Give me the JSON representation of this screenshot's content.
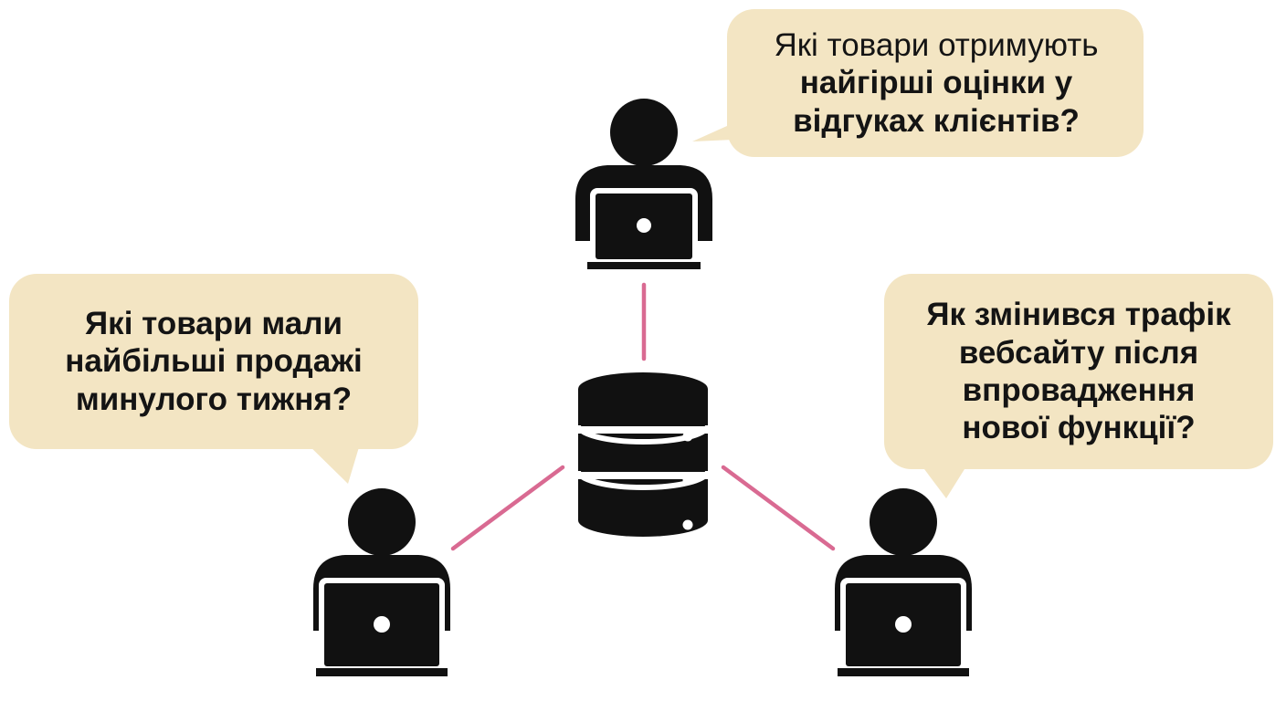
{
  "colors": {
    "bubble": "#F3E5C3",
    "connector": "#D96A92",
    "icon": "#111111",
    "text": "#141414"
  },
  "questions": {
    "top": {
      "line1": "Які товари отримують",
      "line2": "найгірші оцінки у",
      "line3": "відгуках клієнтів?"
    },
    "left": {
      "line1": "Які товари мали",
      "line2": "найбільші продажі",
      "line3": "минулого тижня?"
    },
    "right": {
      "line1": "Як змінився трафік",
      "line2": "вебсайту після",
      "line3": "впровадження",
      "line4": "нової функції?"
    }
  },
  "icons": {
    "database": "database-icon",
    "user": "user-with-laptop-icon"
  }
}
